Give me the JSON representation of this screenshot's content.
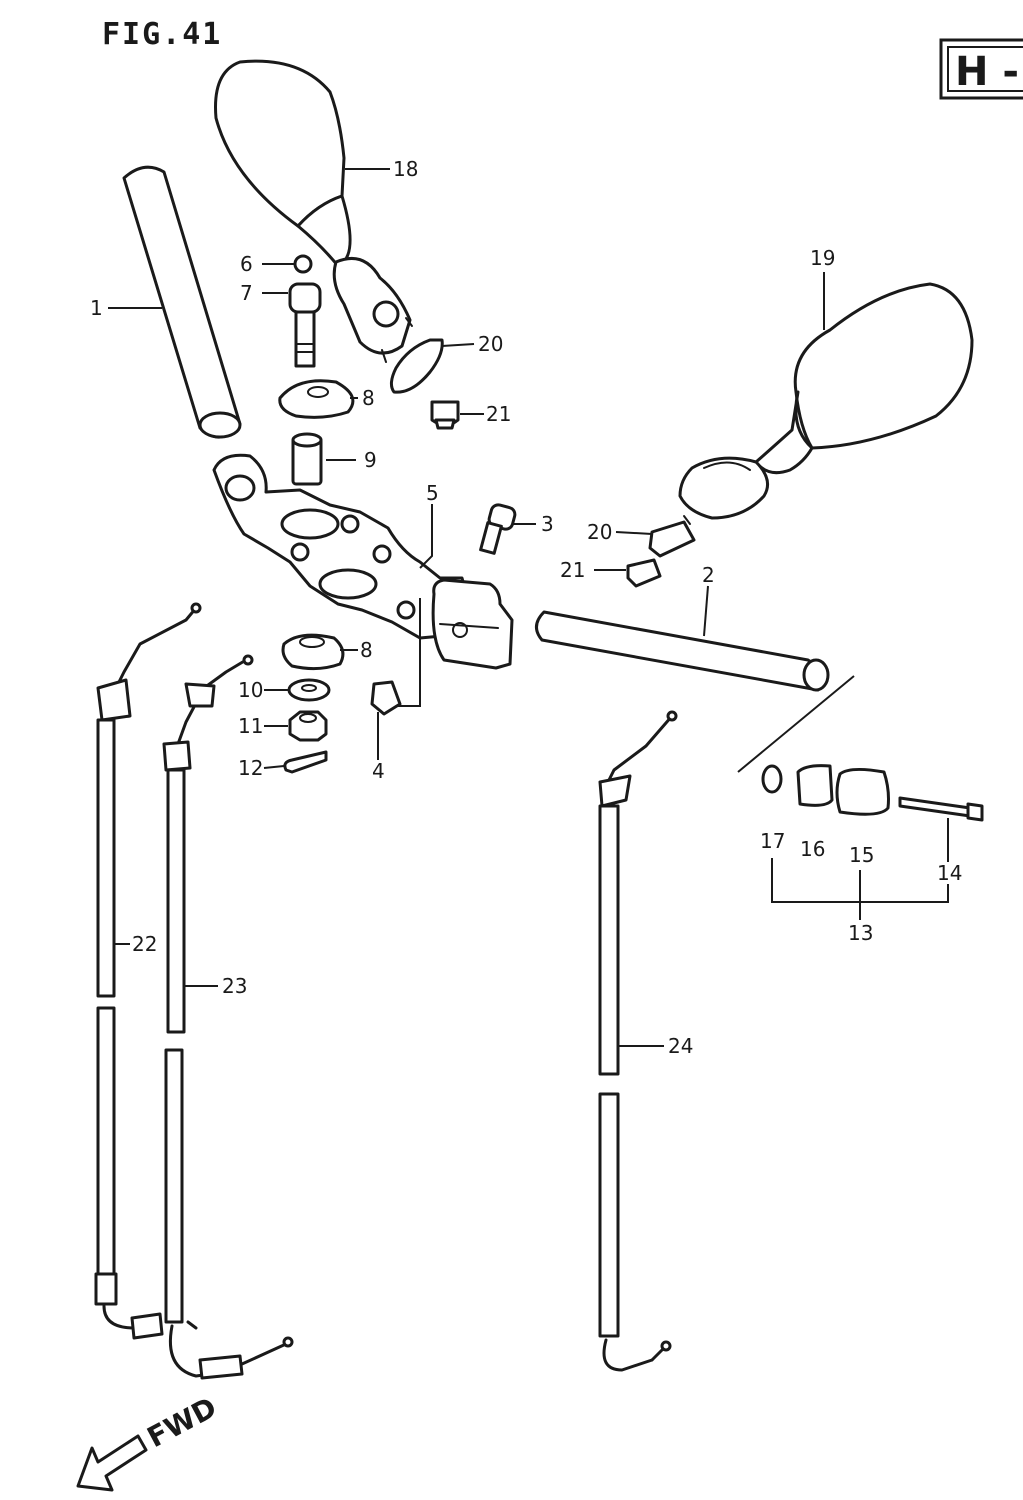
{
  "figure_label": "FIG.41",
  "section_box": "H -",
  "direction_label": "FWD",
  "callouts": {
    "c1": "1",
    "c2": "2",
    "c3": "3",
    "c4": "4",
    "c5": "5",
    "c6": "6",
    "c7": "7",
    "c8a": "8",
    "c8b": "8",
    "c9": "9",
    "c10": "10",
    "c11": "11",
    "c12": "12",
    "c13": "13",
    "c14": "14",
    "c15": "15",
    "c16": "16",
    "c17": "17",
    "c18": "18",
    "c19": "19",
    "c20a": "20",
    "c20b": "20",
    "c21a": "21",
    "c21b": "21",
    "c22": "22",
    "c23": "23",
    "c24": "24"
  }
}
